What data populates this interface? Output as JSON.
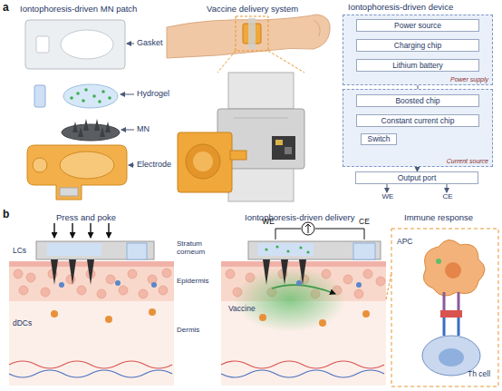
{
  "diagram": {
    "nodes": [
      {
        "text": [
          "Power supply"
        ]
      },
      {
        "text": [
          "Power source"
        ],
        "in": 0
      },
      {
        "text": [
          "Charging chip"
        ],
        "in": 0
      },
      {
        "text": [
          "Lithium battery"
        ],
        "in": 0
      },
      {
        "text": [
          "Current source"
        ]
      },
      {
        "text": [
          "Boosted chip"
        ],
        "in": 4
      },
      {
        "text": [
          "Constant current chip"
        ],
        "in": 4
      },
      {
        "text": [
          "Switch"
        ],
        "in": 4
      },
      {
        "text": [
          "Output port"
        ]
      }
    ],
    "edges": [
      {
        "from": 1,
        "to": 2,
        "arrow": "to"
      },
      {
        "from": 2,
        "to": 3,
        "arrow": "to"
      },
      {
        "from": 3,
        "to": 5,
        "arrow": "to"
      },
      {
        "from": 5,
        "to": 6,
        "arrow": "to"
      },
      {
        "from": 7,
        "to": 6,
        "arrow": "none"
      },
      {
        "from": 6,
        "to": 8,
        "arrow": "to"
      }
    ],
    "labels": [
      "a",
      "Iontophoresis-driven MN patch",
      "Vaccine delivery system",
      "Iontophoresis-driven device",
      "Gasket",
      "Hydrogel",
      "MN",
      "Electrode",
      "WE",
      "CE",
      "b",
      "Press and poke",
      "Iontophoresis-driven delivery",
      "Immune response",
      "LCs",
      "dDCs",
      "Stratum corneum",
      "Epidermis",
      "Dermis",
      "WE",
      "CE",
      "Vaccine",
      "APC",
      "Th cell"
    ]
  }
}
